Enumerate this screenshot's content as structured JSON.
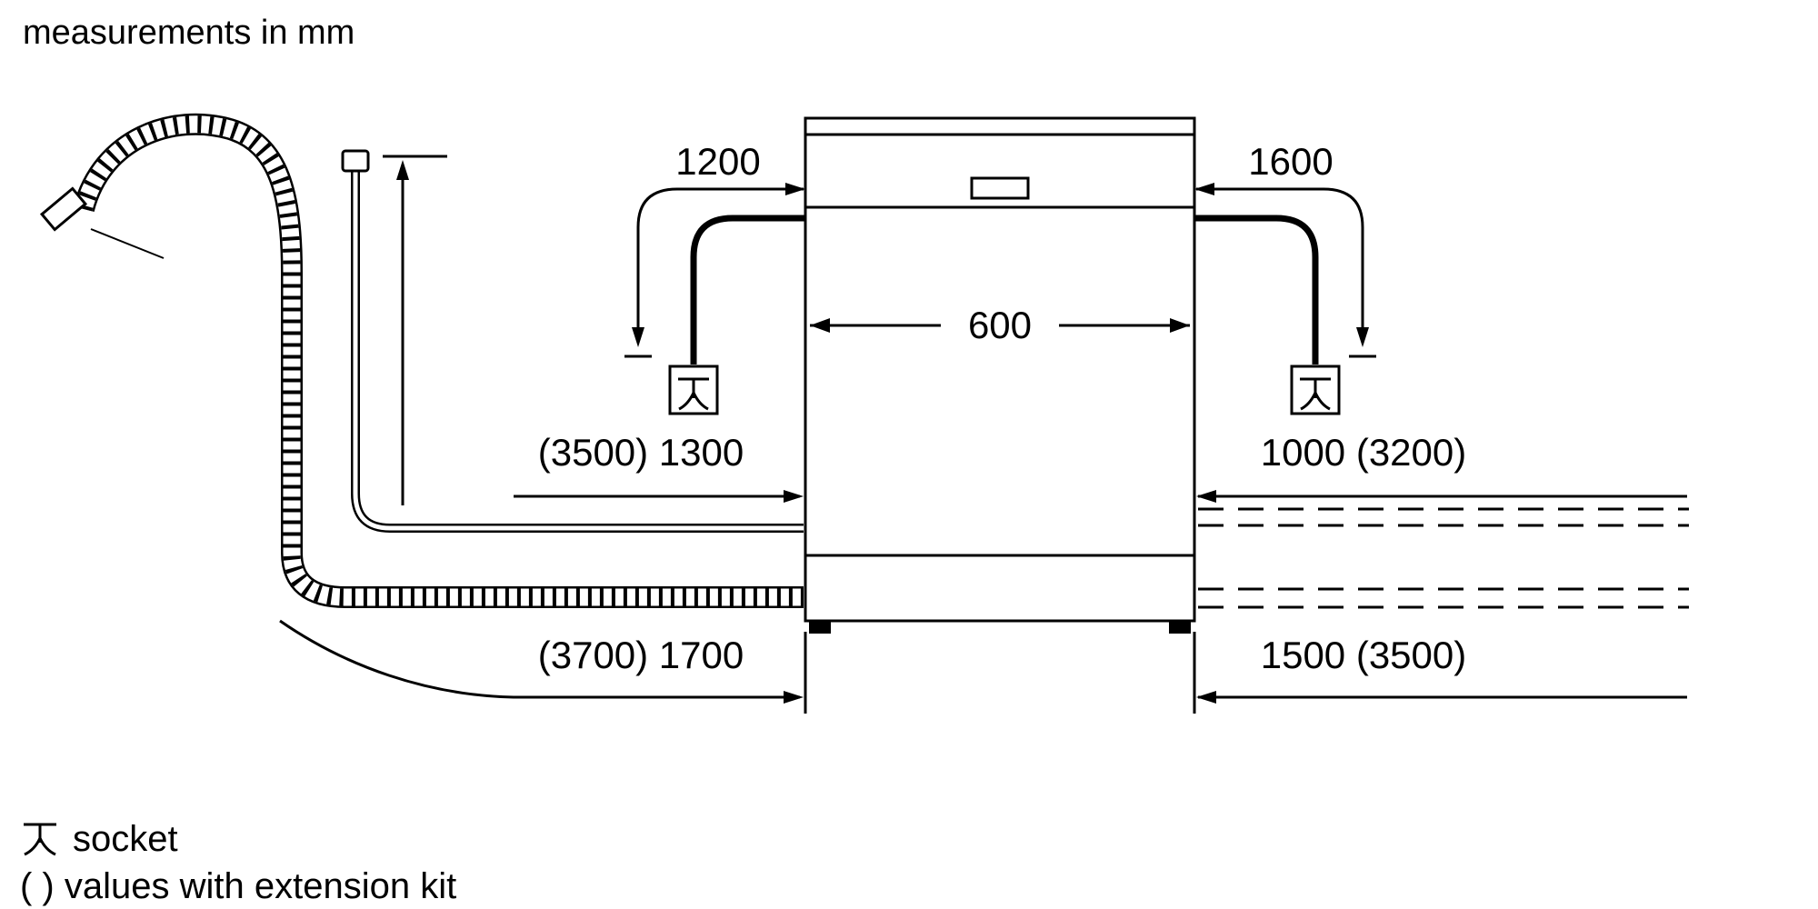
{
  "header": {
    "note": "measurements in mm"
  },
  "diagram": {
    "appliance": "dishwasher-front-view",
    "appliance_width_label": "600",
    "power_cord_left_label": "1200",
    "power_cord_right_label": "1600",
    "supply_hose_left_label": "(3500) 1300",
    "supply_hose_right_label": "1000 (3200)",
    "drain_hose_left_label": "(3700) 1700",
    "drain_hose_right_label": "1500 (3500)"
  },
  "legend": {
    "socket_label": "socket",
    "extension_label": "( ) values with extension kit"
  },
  "colors": {
    "line": "#000000",
    "background": "#ffffff"
  }
}
